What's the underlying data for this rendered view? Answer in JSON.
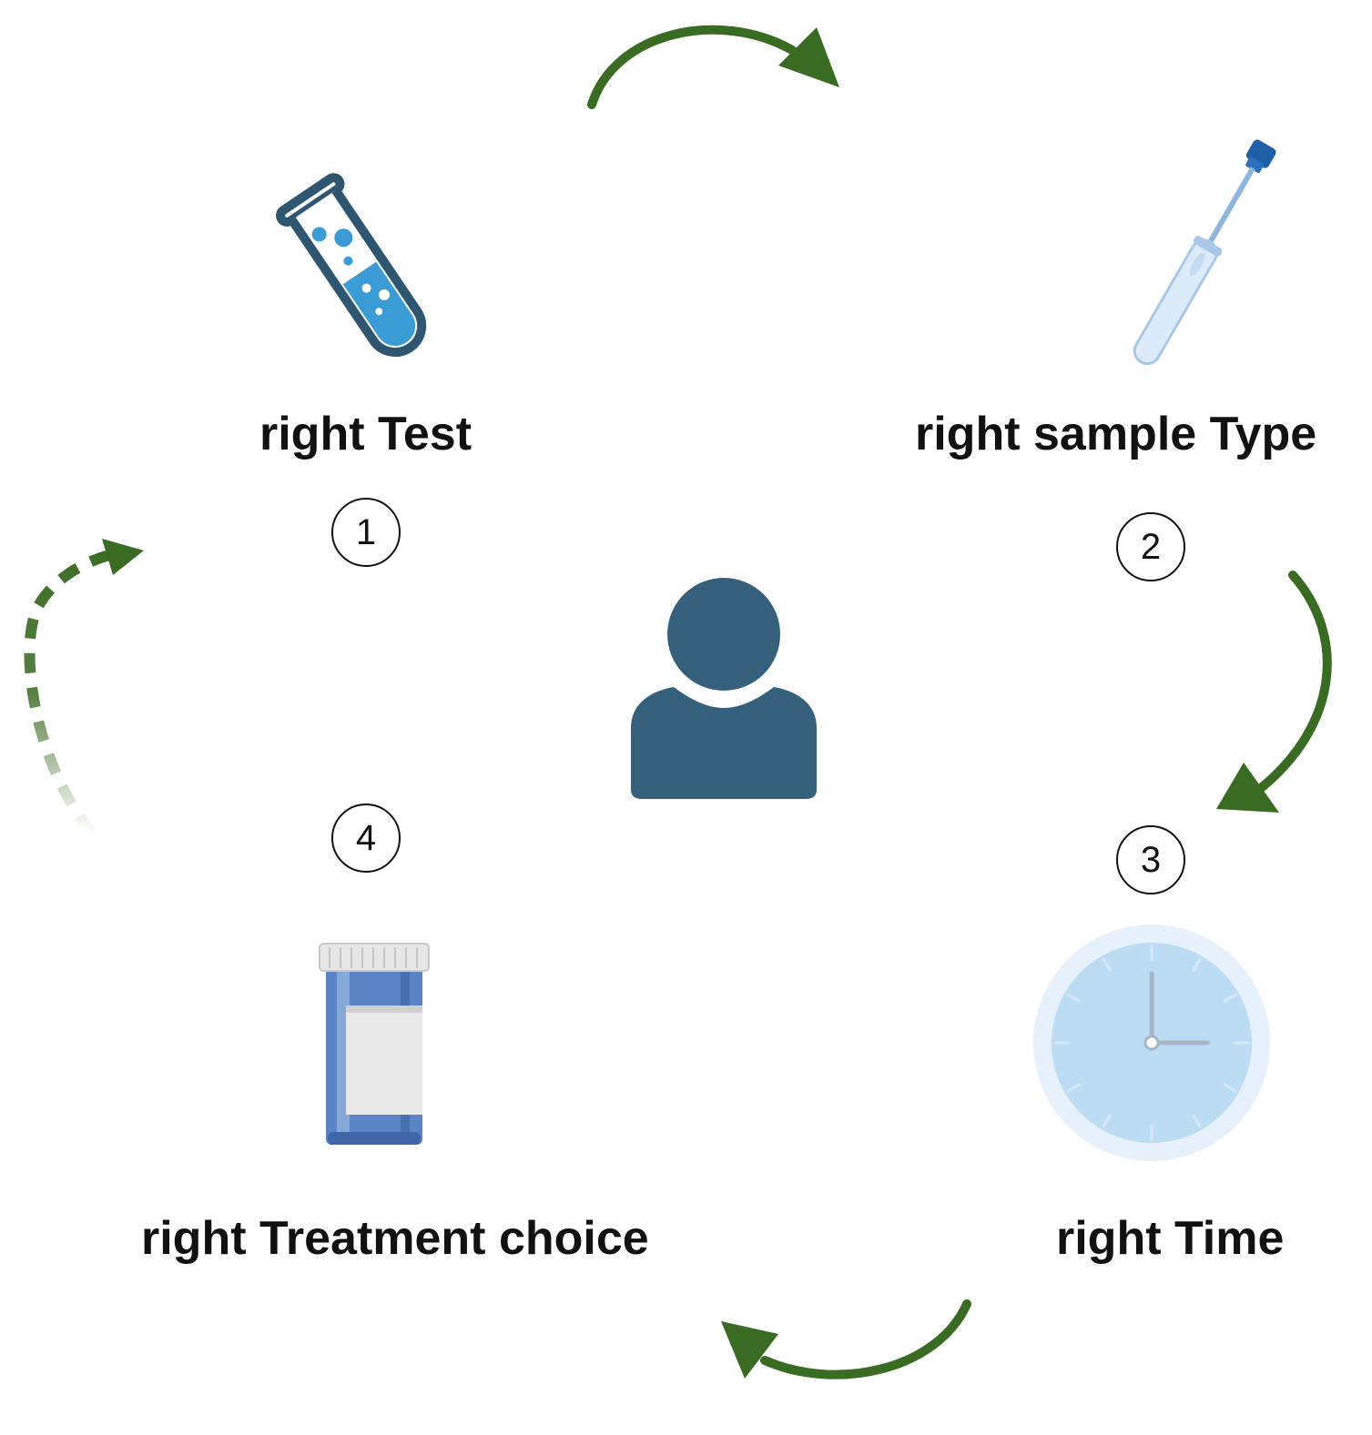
{
  "steps": [
    {
      "number": "1",
      "label": "right Test",
      "icon": "test-tube-icon"
    },
    {
      "number": "2",
      "label": "right sample Type",
      "icon": "swab-tube-icon"
    },
    {
      "number": "3",
      "label": "right Time",
      "icon": "clock-icon"
    },
    {
      "number": "4",
      "label": "right Treatment choice",
      "icon": "pill-bottle-icon"
    }
  ],
  "center": {
    "icon": "person-icon"
  },
  "colors": {
    "arrow_green": "#3a6b22",
    "person": "#35607c",
    "tube_outline": "#2f5670",
    "liquid": "#3a9bd5",
    "swab_cap": "#1f5fa8",
    "swab_tube": "#cfe3f6",
    "clock_face": "#bcdcf4",
    "bottle": "#5b84c4"
  },
  "arrows": [
    {
      "from": "1",
      "to": "2",
      "style": "solid"
    },
    {
      "from": "2",
      "to": "3",
      "style": "solid"
    },
    {
      "from": "3",
      "to": "4",
      "style": "solid"
    },
    {
      "from": "4",
      "to": "1",
      "style": "dashed-fading"
    }
  ]
}
